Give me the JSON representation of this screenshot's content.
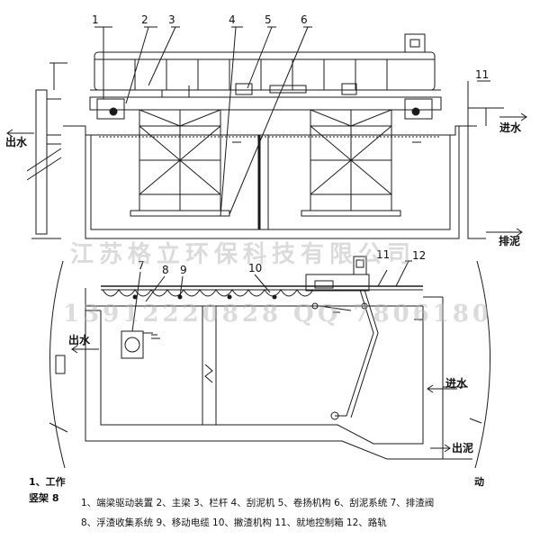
{
  "labels": {
    "top_numbers": [
      "1",
      "2",
      "3",
      "4",
      "5",
      "6"
    ],
    "top_right_number": "11",
    "bottom_numbers": [
      "7",
      "8",
      "9",
      "10",
      "11",
      "12"
    ],
    "outlet_water": "出水",
    "inlet_water": "进水",
    "sludge_discharge": "排泥",
    "sludge_outlet": "出泥"
  },
  "watermark": {
    "company": "江苏格立环保科技有限公司",
    "phone": "13912220828   QQ  7806180"
  },
  "legend": {
    "line1": "1、端梁驱动装置 2、主梁 3、栏杆 4、刮泥机 5、卷扬机构 6、刮泥系统 7、排渣阀",
    "line2": "8、浮渣收集系统 9、移动电缆 10、撇渣机构 11、就地控制箱 12、路轨"
  },
  "side_captions": {
    "left_line1": "1、工作",
    "left_line2": "竖架 8",
    "right_line1": "动"
  },
  "colors": {
    "line": "#1a1a1a",
    "watermark": "#b4b4b4"
  }
}
